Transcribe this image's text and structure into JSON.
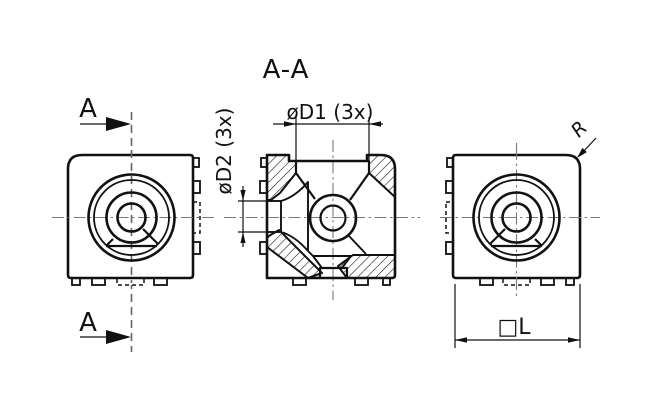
{
  "title": "A-A",
  "colors": {
    "line": "#111111",
    "centerline": "#7a7a7a",
    "section_line": "#666666",
    "background": "#ffffff"
  },
  "front_view": {
    "section_arrow_top": "A",
    "section_arrow_bottom": "A"
  },
  "section_view": {
    "bore_dim_label": "øD1 (3x)",
    "pilot_dim_label": "øD2 (3x)"
  },
  "side_view": {
    "corner_radius_label": "R",
    "width_dim_label": "□L"
  }
}
